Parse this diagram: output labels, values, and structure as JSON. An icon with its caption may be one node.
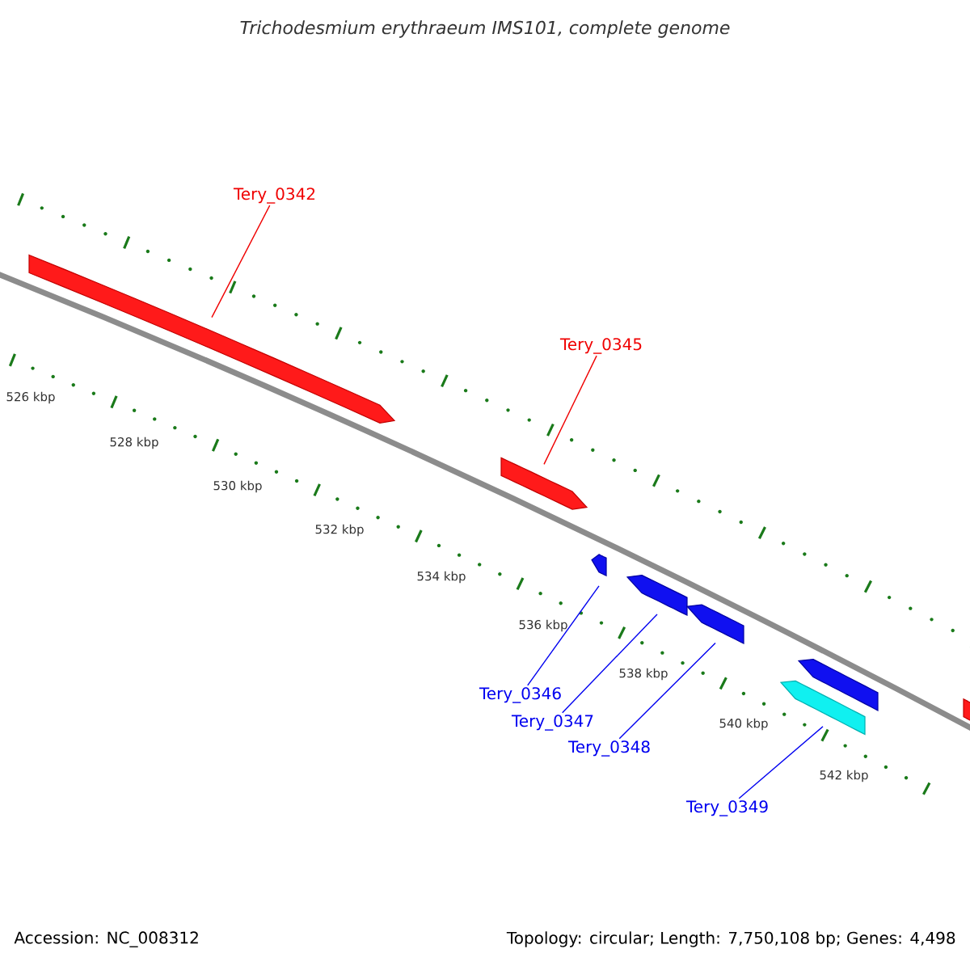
{
  "diagram": {
    "title": "Trichodesmium erythraeum IMS101, complete genome",
    "nodes": [
      {
        "text": [
          "Tery_0342"
        ]
      },
      {
        "text": [],
        "shape": "bar"
      },
      {
        "text": [
          "Tery_0345"
        ]
      },
      {
        "text": [],
        "shape": "bar"
      },
      {
        "text": [],
        "shape": "bar"
      },
      {
        "text": [],
        "shape": "bar"
      },
      {
        "text": [],
        "shape": "bar"
      },
      {
        "text": [],
        "shape": "bar"
      },
      {
        "text": [],
        "shape": "bar"
      },
      {
        "text": [],
        "shape": "bar"
      },
      {
        "text": [
          "Tery_0346"
        ]
      },
      {
        "text": [
          "Tery_0347"
        ]
      },
      {
        "text": [
          "Tery_0348"
        ]
      },
      {
        "text": [
          "Tery_0349"
        ]
      }
    ],
    "edges": [
      {
        "from": 0,
        "to": 1,
        "arrow": "none",
        "color": "#f00000"
      },
      {
        "from": 2,
        "to": 3,
        "arrow": "none",
        "color": "#f00000"
      },
      {
        "from": 10,
        "to": 4,
        "arrow": "none"
      },
      {
        "from": 11,
        "to": 5,
        "arrow": "none"
      },
      {
        "from": 12,
        "to": 6,
        "arrow": "none"
      },
      {
        "from": 13,
        "to": 8,
        "arrow": "none"
      }
    ],
    "labels": [
      "526 kbp",
      "528 kbp",
      "530 kbp",
      "532 kbp",
      "534 kbp",
      "536 kbp",
      "538 kbp",
      "540 kbp",
      "542 kbp",
      "Accession: NC_008312",
      "Topology: circular; Length: 7,750,108 bp; Genes: 4,498"
    ]
  }
}
